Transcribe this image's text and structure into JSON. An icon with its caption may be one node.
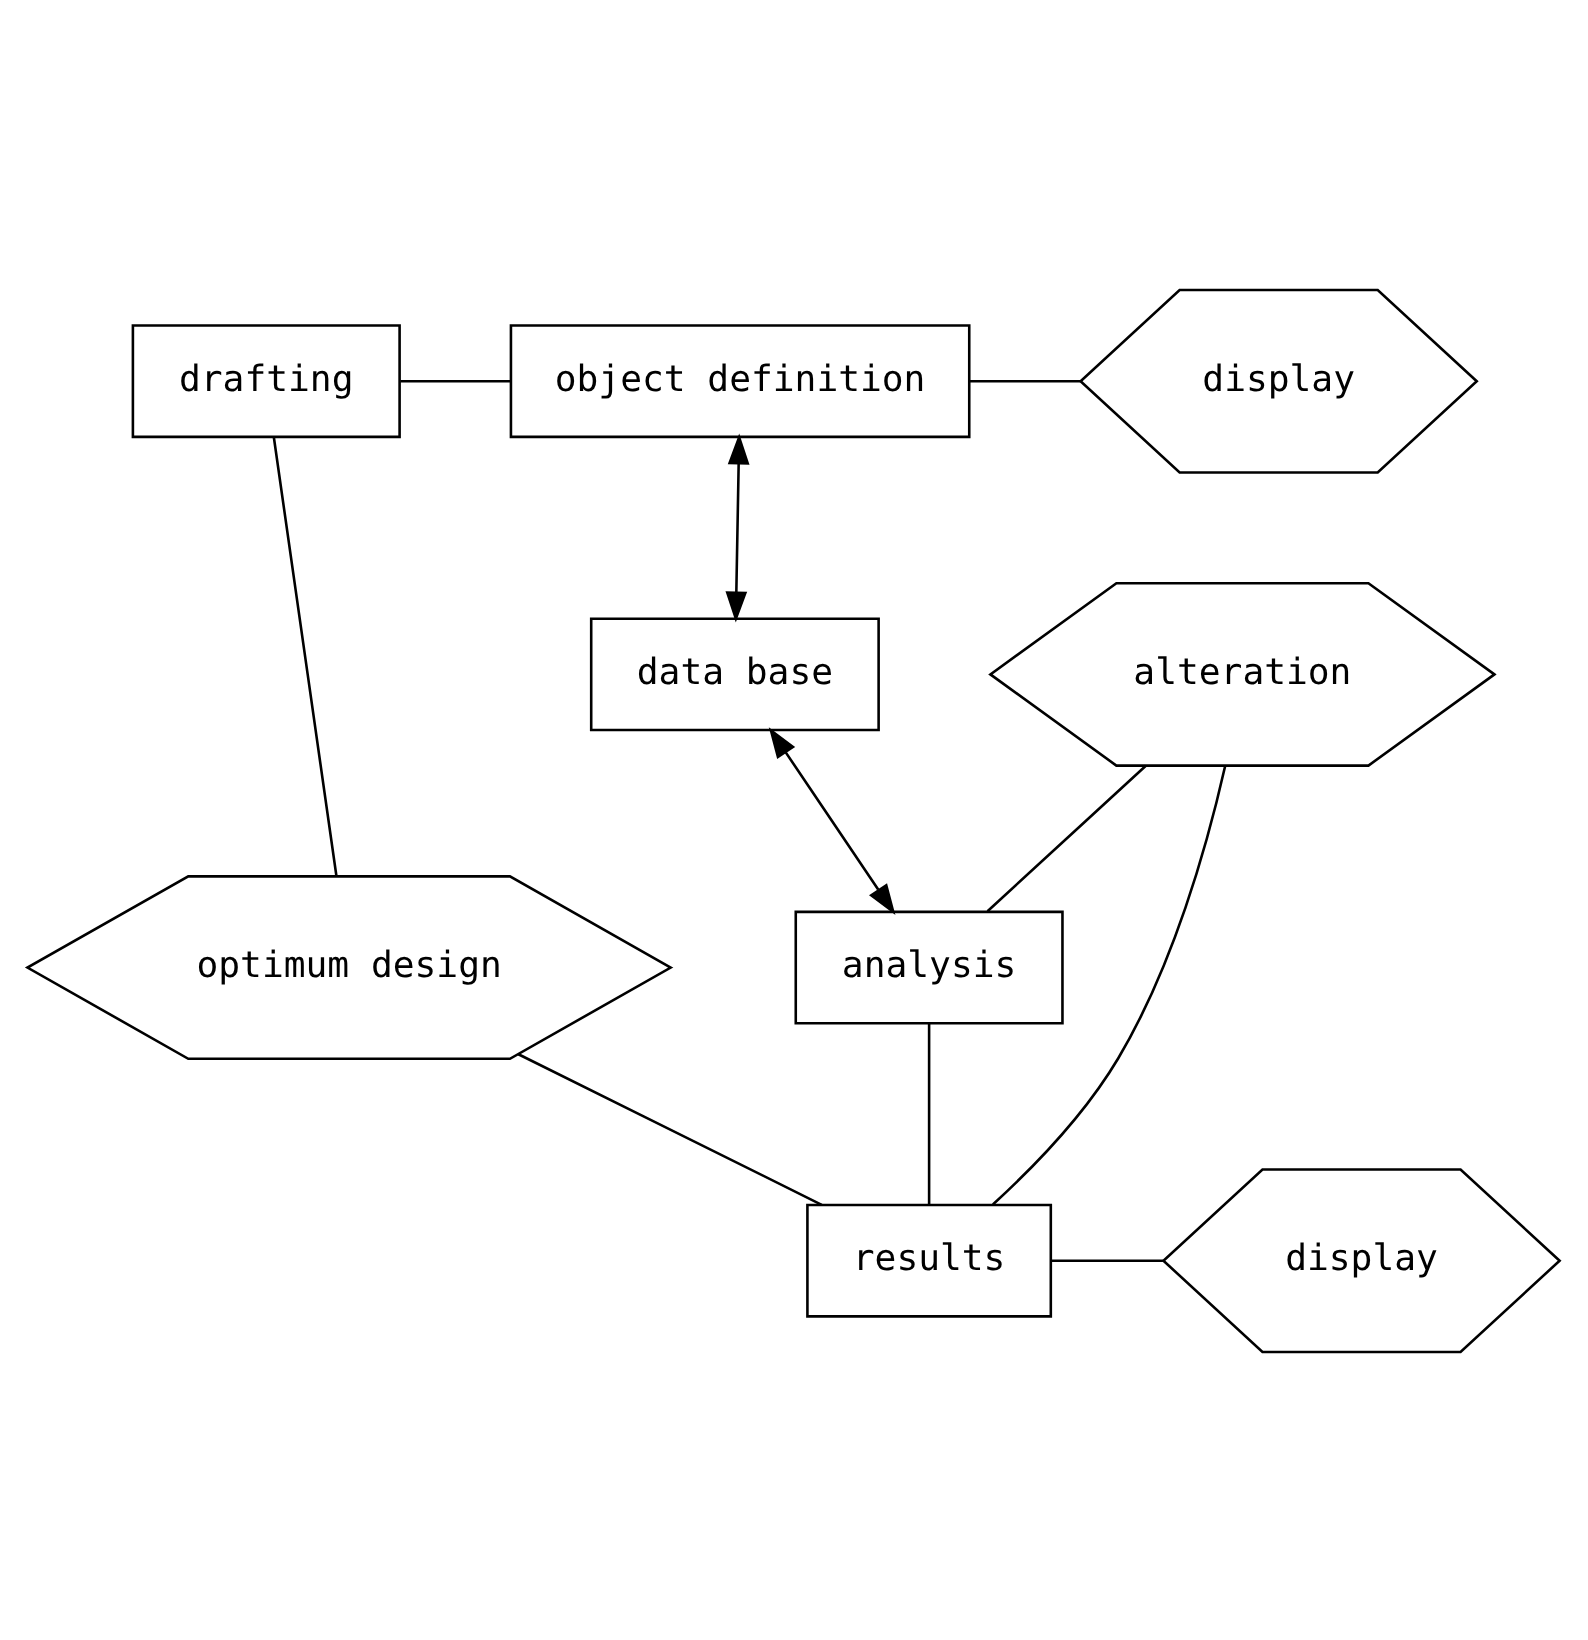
{
  "diagram": {
    "nodes": [
      {
        "text": [
          "drafting"
        ]
      },
      {
        "text": [
          "object definition"
        ]
      },
      {
        "text": [
          "display"
        ]
      },
      {
        "text": [
          "optimum design"
        ]
      },
      {
        "text": [
          "data base"
        ]
      },
      {
        "text": [
          "alteration"
        ]
      },
      {
        "text": [
          "analysis"
        ]
      },
      {
        "text": [
          "results"
        ]
      },
      {
        "text": [
          "display"
        ]
      }
    ],
    "edges": [
      {
        "from": 0,
        "to": 1,
        "arrow": "none"
      },
      {
        "from": 1,
        "to": 2,
        "arrow": "none"
      },
      {
        "from": 0,
        "to": 3,
        "arrow": "none"
      },
      {
        "from": 1,
        "to": 4,
        "arrow": "both"
      },
      {
        "from": 4,
        "to": 6,
        "arrow": "both"
      },
      {
        "from": 5,
        "to": 6,
        "arrow": "none"
      },
      {
        "from": 6,
        "to": 7,
        "arrow": "none"
      },
      {
        "from": 7,
        "to": 8,
        "arrow": "none"
      },
      {
        "from": 3,
        "to": 7,
        "arrow": "none"
      },
      {
        "from": 5,
        "to": 7,
        "arrow": "none"
      }
    ]
  }
}
